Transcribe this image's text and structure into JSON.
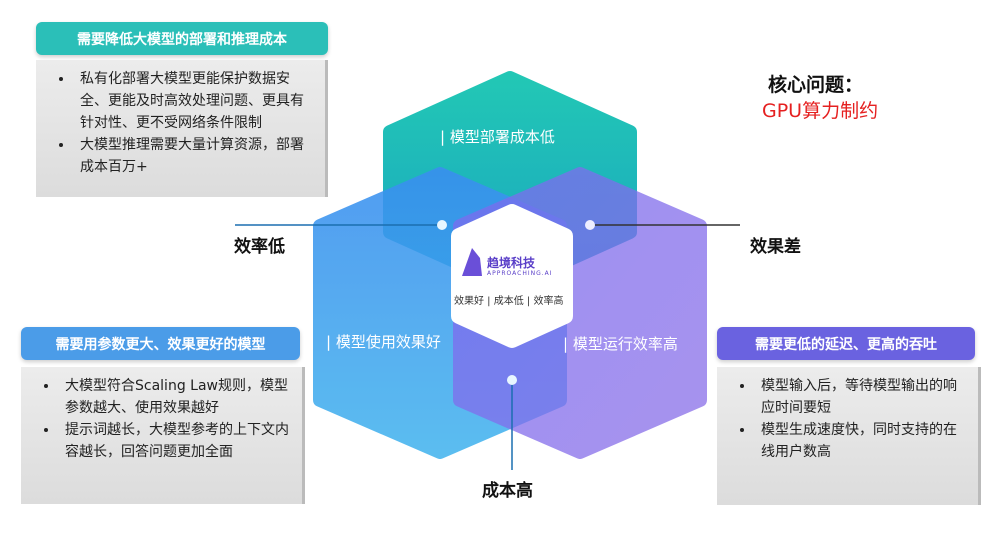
{
  "core": {
    "title": "核心问题：",
    "subtitle": "GPU算力制约"
  },
  "hexagons": {
    "top": "| 模型部署成本低",
    "left": "| 模型使用效果好",
    "right": "| 模型运行效率高"
  },
  "center": {
    "logo_text": "趋境科技",
    "logo_subtext": "APPROACHING.AI",
    "tagline": "效果好 | 成本低 | 效率高"
  },
  "labels": {
    "left": "效率低",
    "right": "效果差",
    "bottom": "成本高"
  },
  "boxes": [
    {
      "header": "需要降低大模型的部署和推理成本",
      "color": "#2bbfb8",
      "items": [
        "私有化部署大模型更能保护数据安全、更能及时高效处理问题、更具有针对性、更不受网络条件限制",
        "大模型推理需要大量计算资源，部署成本百万+"
      ]
    },
    {
      "header": "需要用参数更大、效果更好的模型",
      "color": "#4b9ce8",
      "items": [
        "大模型符合Scaling Law规则，模型参数越大、使用效果越好",
        "提示词越长，大模型参考的上下文内容越长，回答问题更加全面"
      ]
    },
    {
      "header": "需要更低的延迟、更高的吞吐",
      "color": "#6a62e0",
      "items": [
        "模型输入后，等待模型输出的响应时间要短",
        "模型生成速度快，同时支持的在线用户数高"
      ]
    }
  ]
}
